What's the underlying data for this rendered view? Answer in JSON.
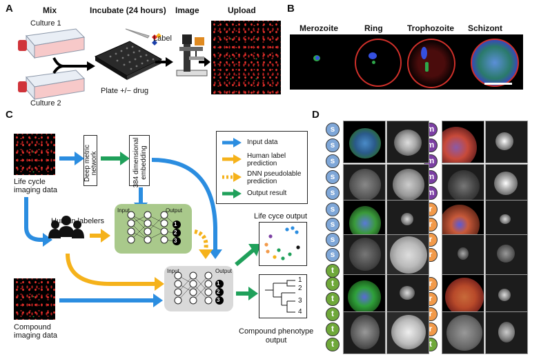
{
  "panel_labels": {
    "a": "A",
    "b": "B",
    "c": "C",
    "d": "D"
  },
  "panel_a": {
    "headers": {
      "mix": "Mix",
      "incubate": "Incubate (24 hours)",
      "image": "Image",
      "upload": "Upload"
    },
    "culture1": "Culture 1",
    "culture2": "Culture 2",
    "plate": "Plate +/− drug",
    "label": "Label"
  },
  "panel_b": {
    "stages": [
      "Merozoite",
      "Ring",
      "Trophozoite",
      "Schizont"
    ]
  },
  "panel_c": {
    "life_cycle_data": "Life cycle\nimaging data",
    "compound_data": "Compound\nimaging data",
    "deep_metric": "Deep metric\nnetwork",
    "embedding": "384 dimensional\nembedding",
    "human_labelers": "Human labelers",
    "nn_input": "Input",
    "nn_output": "Output",
    "output_nodes": [
      "1",
      "2",
      "3"
    ],
    "legend": {
      "input_data": "Input data",
      "human_label": "Human label\nprediction",
      "dnn_pseudo": "DNN pseudolable\nprediction",
      "output_result": "Output result"
    },
    "life_cycle_output": "Life cyce output",
    "compound_output": "Compound phenotype\noutput",
    "tree_leaves": [
      "1",
      "2",
      "3",
      "4"
    ],
    "colors": {
      "blue": "#2b8de0",
      "yellow": "#f5b21b",
      "green": "#1fa05a",
      "nn_green": "#a9c98b",
      "nn_gray": "#d9d9d9"
    }
  },
  "panel_d": {
    "col1": [
      "s",
      "s",
      "s",
      "s",
      "s",
      "s",
      "s",
      "s",
      "s",
      "t",
      "t",
      "t",
      "t",
      "t",
      "t"
    ],
    "col2": [
      "m",
      "m",
      "m",
      "m",
      "m",
      "r",
      "r",
      "r",
      "r",
      "r",
      "r",
      "r",
      "r",
      "t",
      "t"
    ]
  }
}
